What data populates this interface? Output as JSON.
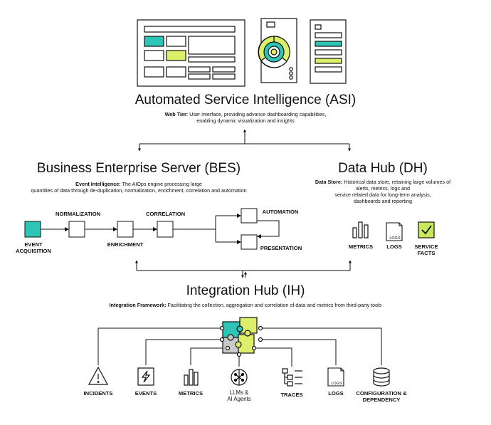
{
  "colors": {
    "teal": "#2ec4b6",
    "lime": "#dcee6a",
    "green_check": "#c6e85a",
    "gray": "#c9c9c9",
    "ink": "#111111"
  },
  "asi": {
    "title": "Automated Service Intelligence (ASI)",
    "sub_bold": "Web Tier:",
    "sub_line1": " User interface, providing advance dashboarding capabilities,",
    "sub_line2": "enabling dynamic visualization and insights"
  },
  "bes": {
    "title": "Business Enterprise Server (BES)",
    "sub_bold": "Event Intelligence:",
    "sub_line1": " The AIOps engine processing large",
    "sub_line2": "quantities of data through de-duplication, normalization, enrichment, correlation and automation",
    "pipeline": {
      "event_acquisition_1": "EVENT",
      "event_acquisition_2": "ACQUISITION",
      "normalization": "NORMALIZATION",
      "enrichment": "ENRICHMENT",
      "correlation": "CORRELATION",
      "automation": "AUTOMATION",
      "presentation": "PRESENTATION"
    }
  },
  "dh": {
    "title": "Data Hub (DH)",
    "sub_bold": "Data Store:",
    "sub_line1": " Historical data store, retaining large volumes of",
    "sub_line2": "alerts,  metrics, logs and",
    "sub_line3": "service related data for long-term analysis,",
    "sub_line4": "dashboards and reporting",
    "items": {
      "metrics": "METRICS",
      "logs": "LOGS",
      "logs_icon": "LOGS",
      "service_facts_1": "SERVICE",
      "service_facts_2": "FACTS"
    }
  },
  "ih": {
    "title": "Integration Hub (IH)",
    "sub_bold": "Integration Framework:",
    "sub_line1": " Facilitating the collection, aggregation and correlation of data and metrics from third-party tools",
    "sources": {
      "incidents": "INCIDENTS",
      "events": "EVENTS",
      "metrics": "METRICS",
      "llms_1": "LLMs &",
      "llms_2": "AI Agents",
      "traces": "TRACES",
      "logs": "LOGS",
      "logs_icon": "LOGS",
      "config_1": "CONFIGURATION &",
      "config_2": "DEPENDENCY"
    }
  },
  "icons": [
    "dashboard-mockup-icon",
    "radar-mockup-icon",
    "list-mockup-icon",
    "bar-chart-icon",
    "logs-file-icon",
    "checkmark-icon",
    "puzzle-icon",
    "warning-icon",
    "lightning-icon",
    "brain-icon",
    "traces-icon",
    "database-icon"
  ]
}
